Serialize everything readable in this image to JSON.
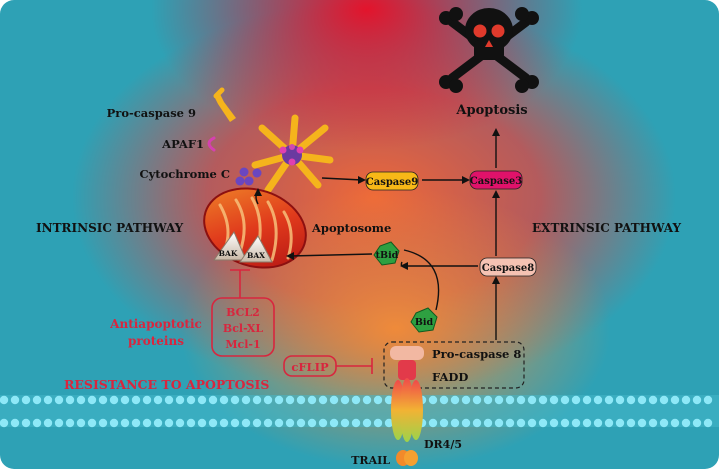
{
  "labels": {
    "apoptosis": "Apoptosis",
    "pro_caspase9": "Pro-caspase 9",
    "apaf1": "APAF1",
    "cytochrome_c": "Cytochrome C",
    "apoptosome": "Apoptosome",
    "intrinsic_pathway": "INTRINSIC PATHWAY",
    "extrinsic_pathway": "EXTRINSIC PATHWAY",
    "caspase9": "Caspase9",
    "caspase3": "Caspase3",
    "caspase8": "Caspase8",
    "tbid": "tBid",
    "bid": "Bid",
    "bak": "BAK",
    "bax": "BAX",
    "antiapoptotic_line1": "Antiapoptotic",
    "antiapoptotic_line2": "proteins",
    "bcl2": "BCL2",
    "bclxl": "Bcl-XL",
    "mcl1": "Mcl-1",
    "cflip": "cFLIP",
    "pro_caspase8": "Pro-caspase 8",
    "fadd": "FADD",
    "resistance": "RESISTANCE TO APOPTOSIS",
    "trail": "TRAIL",
    "dr45": "DR4/5"
  },
  "colors": {
    "teal": "#2da0b3",
    "red": "#e0283a",
    "orange": "#ef7a3a",
    "inhibitor_red": "#d8263e",
    "caspase9_fill": "#f7b817",
    "caspase3_fill": "#e0126a",
    "caspase8_fill": "#f5c2b3",
    "bid_green": "#2ea041",
    "membrane": "#7fe3f5"
  },
  "icons": [
    "skull-crossbones-icon",
    "mitochondrion-icon",
    "apoptosome-icon",
    "receptor-icon"
  ]
}
